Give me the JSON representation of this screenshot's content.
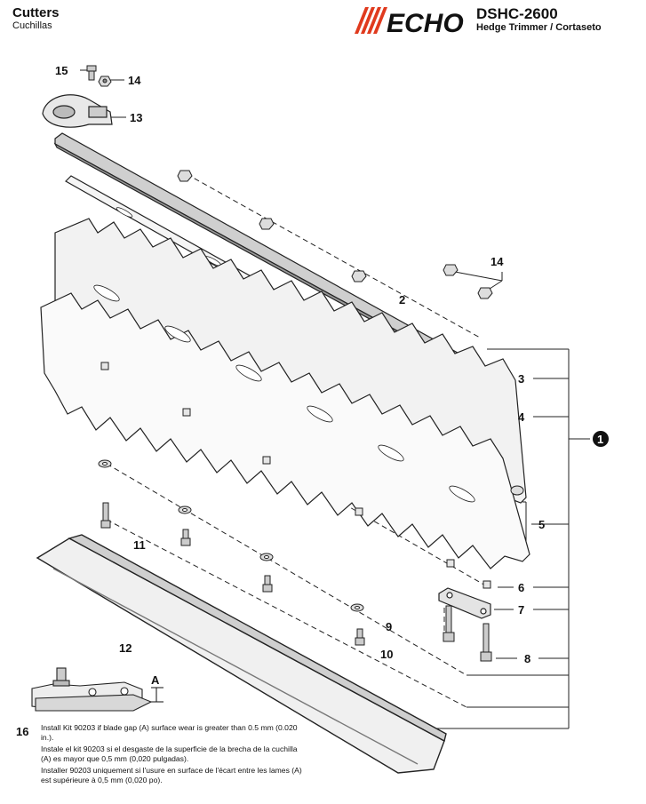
{
  "header": {
    "section_title": "Cutters",
    "section_subtitle": "Cuchillas",
    "brand": "ECHO",
    "model": "DSHC-2600",
    "product_description": "Hedge Trimmer / Cortaseto"
  },
  "callouts": {
    "c1": "1",
    "c2": "2",
    "c3": "3",
    "c4": "4",
    "c5": "5",
    "c6": "6",
    "c7": "7",
    "c8": "8",
    "c9": "9",
    "c10": "10",
    "c11": "11",
    "c12": "12",
    "c13": "13",
    "c14a": "14",
    "c14b": "14",
    "c15": "15"
  },
  "detail": {
    "gap_label": "A"
  },
  "note": {
    "number": "16",
    "en": "Install Kit 90203 if blade gap (A) surface wear is greater than 0.5 mm (0.020 in.).",
    "es": "Instale el kit 90203 si el desgaste de la superficie de la brecha de la cuchilla (A) es mayor que 0,5 mm (0,020 pulgadas).",
    "fr": "Installer 90203 uniquement si l'usure en surface de l'écart entre les lames (A) est supérieure à 0,5 mm (0,020 po)."
  }
}
